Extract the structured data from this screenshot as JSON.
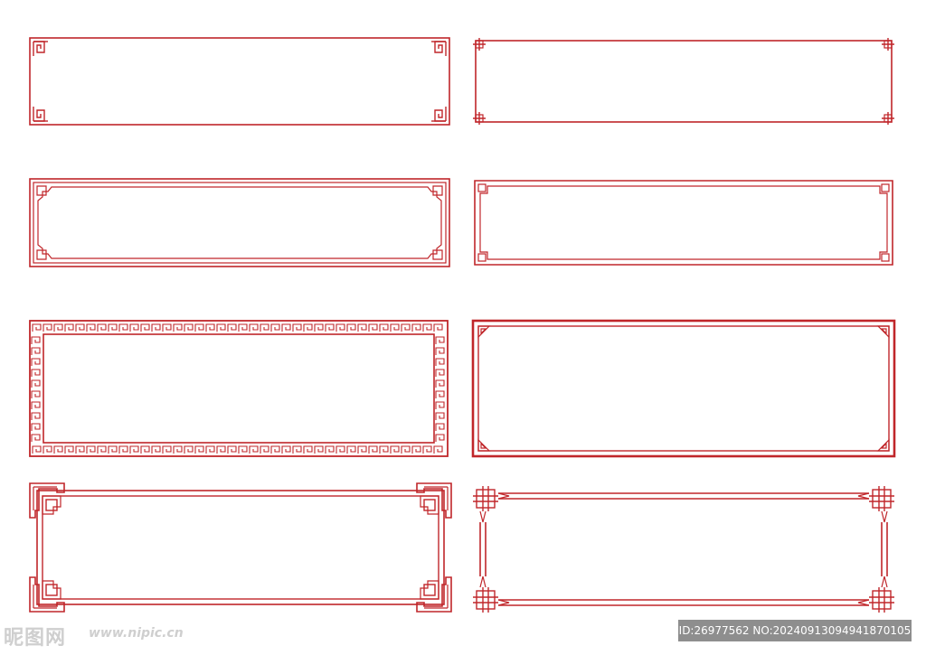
{
  "accent_color": "#c0262a",
  "frames": [
    {
      "style": "thin-line-key-corners"
    },
    {
      "style": "thin-line-cross-corners"
    },
    {
      "style": "double-line-notched-corners"
    },
    {
      "style": "double-line-stepped-corners"
    },
    {
      "style": "greek-key-fret-border"
    },
    {
      "style": "bold-double-line-triangle-corners"
    },
    {
      "style": "lattice-knot-corners"
    },
    {
      "style": "chinese-knot-double-rail"
    }
  ],
  "watermark": {
    "logo_text": "昵图网",
    "url_text": "www.nipic.cn",
    "id_text": "ID:26977562 NO:20240913094941870105"
  }
}
